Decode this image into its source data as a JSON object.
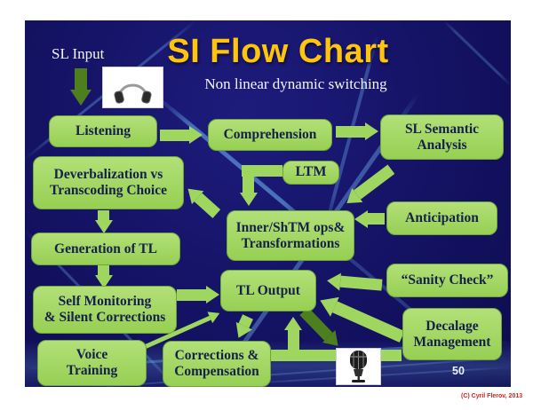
{
  "header": {
    "title": "SI Flow Chart",
    "subtitle": "Non linear dynamic switching",
    "sl_input_label": "SL Input"
  },
  "footer": {
    "page_number": "50",
    "copyright": "(C) Cyril Flerov, 2013"
  },
  "icons": {
    "headphones": "headphones-icon",
    "microphone": "microphone-icon"
  },
  "colors": {
    "slide_background": "#141263",
    "beam_blue": "#5b8fd4",
    "box_fill": "#9ed65f",
    "box_text": "#16204a",
    "arrow_green": "#9ed65f",
    "arrow_dark_green": "#4e7f1f",
    "title_gold": "#ffc40d",
    "copyright_red": "#d02718"
  },
  "nodes": {
    "listening": {
      "label": "Listening"
    },
    "comprehension": {
      "label": "Comprehension"
    },
    "sl_semantic": {
      "label": "SL Semantic\nAnalysis"
    },
    "deverbalization": {
      "label": "Deverbalization vs\nTranscoding Choice"
    },
    "ltm": {
      "label": "LTM"
    },
    "inner_shtm": {
      "label": "Inner/ShTM ops&\nTransformations"
    },
    "anticipation": {
      "label": "Anticipation"
    },
    "generation": {
      "label": "Generation of TL"
    },
    "tl_output": {
      "label": "TL Output"
    },
    "sanity_check": {
      "label": "“Sanity Check”"
    },
    "self_monitoring": {
      "label": "Self Monitoring\n& Silent Corrections"
    },
    "decalage": {
      "label": "Decalage\nManagement"
    },
    "voice_training": {
      "label": "Voice\nTraining"
    },
    "corrections": {
      "label": "Corrections &\nCompensation"
    }
  }
}
